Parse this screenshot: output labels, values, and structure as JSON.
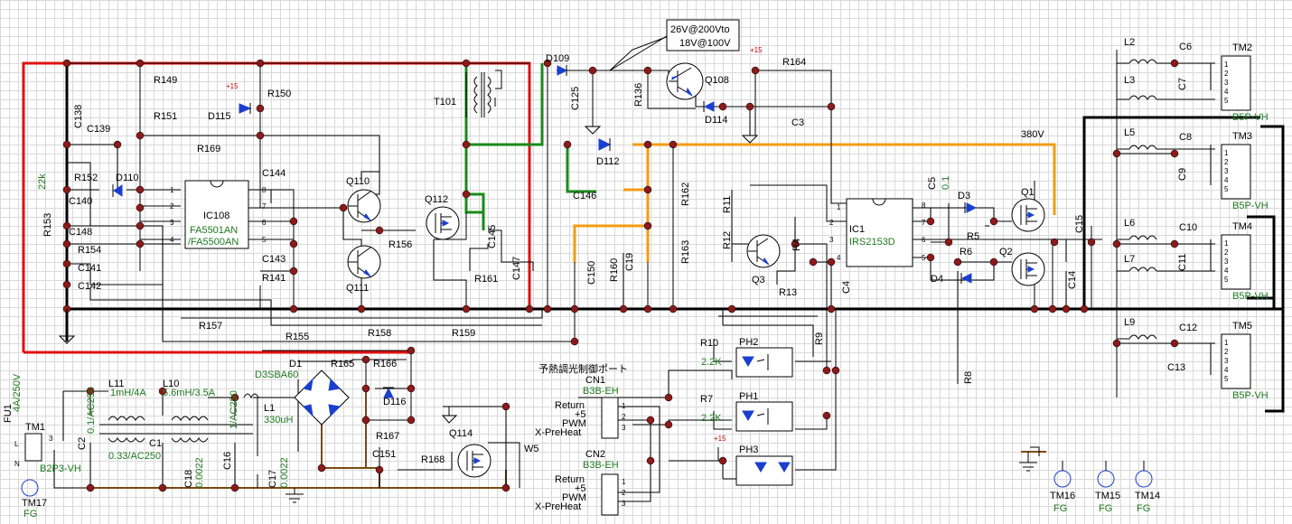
{
  "colors": {
    "ground_bus": "#000000",
    "red_frame": "#e01010",
    "orange_net": "#f39c12",
    "green_net": "#1a8a1a",
    "brown_net": "#7a4a10",
    "value_text": "#1e7a1e",
    "node_dot": "#8b1a1a",
    "diode_blue": "#1a3fd0"
  },
  "annotations": {
    "callout_line1": "26V@200Vto",
    "callout_line2": "18V@100V",
    "hv_label": "380V",
    "cn1_title": "予熱調光制御ポート",
    "plus15": "+15"
  },
  "ics": {
    "ic108": {
      "ref": "IC108",
      "part1": "FA5501AN",
      "part2": "/FA5500AN",
      "pins_left": [
        "1",
        "2",
        "3",
        "4"
      ],
      "pins_right": [
        "8",
        "7",
        "6",
        "5"
      ]
    },
    "ic1": {
      "ref": "IC1",
      "part": "IRS2153D",
      "pins_left": [
        "1",
        "2",
        "3",
        "4"
      ],
      "pins_right": [
        "8",
        "7",
        "6",
        "5"
      ]
    }
  },
  "resistors": [
    "R149",
    "R151",
    "R150",
    "R169",
    "R152",
    "R153",
    "R154",
    "R156",
    "R141",
    "R157",
    "R155",
    "R158",
    "R159",
    "R161",
    "R165",
    "R166",
    "R167",
    "R168",
    "R136",
    "R164",
    "R162",
    "R163",
    "R160",
    "R11",
    "R12",
    "R4",
    "R13",
    "R5",
    "R6",
    "R9",
    "R8",
    "R10",
    "R7"
  ],
  "resistor_values": {
    "R153": "22k",
    "R10": "2.2K",
    "R7": "2.2K"
  },
  "capacitors": [
    "C138",
    "C139",
    "C140",
    "C148",
    "C141",
    "C142",
    "C144",
    "C143",
    "C145",
    "C147",
    "C146",
    "C150",
    "C19",
    "C125",
    "C3",
    "C5",
    "C15",
    "C14",
    "C4",
    "C151",
    "C18",
    "C16",
    "C17",
    "C2",
    "C1",
    "C6",
    "C7",
    "C8",
    "C9",
    "C10",
    "C11",
    "C12",
    "C13"
  ],
  "capacitor_values": {
    "C5": "0.1",
    "C2": "0.1/AC250",
    "C1": "0.33/AC250",
    "C16": "1/AC250",
    "C18": "0.0022",
    "C17": "0.0022"
  },
  "diodes": [
    "D110",
    "D115",
    "D109",
    "D112",
    "D114",
    "D3",
    "D4",
    "D116"
  ],
  "transistors": [
    "Q110",
    "Q111",
    "Q112",
    "Q108",
    "Q3",
    "Q1",
    "Q2",
    "Q114"
  ],
  "inductors": {
    "L11": "1mH/4A",
    "L10": "5.6mH/3.5A",
    "L1": "330uH",
    "L2": "",
    "L3": "",
    "L5": "",
    "L6": "",
    "L7": "",
    "L9": ""
  },
  "transformer": "T101",
  "bridge": {
    "ref": "D1",
    "part": "D3SBA60"
  },
  "fuse": {
    "ref": "FU1",
    "value": "4A/250V"
  },
  "photocouplers": [
    "PH2",
    "PH1",
    "PH3"
  ],
  "connectors": {
    "tm1": {
      "ref": "TM1",
      "part": "B2P3-VH",
      "pins": [
        "L",
        "N"
      ],
      "pin_num": "3"
    },
    "cn1": {
      "ref": "CN1",
      "part": "B3B-EH",
      "signals": [
        "Return",
        "+5",
        "PWM",
        "X-PreHeat"
      ]
    },
    "cn2": {
      "ref": "CN2",
      "part": "B3B-EH",
      "signals": [
        "Return",
        "+5",
        "PWM",
        "X-PreHeat"
      ]
    },
    "outputs": [
      {
        "ref": "TM2",
        "part": "B5P-VH"
      },
      {
        "ref": "TM3",
        "part": "B5P-VH"
      },
      {
        "ref": "TM4",
        "part": "B5P-VH"
      },
      {
        "ref": "TM5",
        "part": "B5P-VH"
      }
    ],
    "pin_numbers": [
      "1",
      "2",
      "3",
      "4",
      "5"
    ],
    "fg_terminals": [
      {
        "ref": "TM17",
        "label": "FG"
      },
      {
        "ref": "TM16",
        "label": "FG"
      },
      {
        "ref": "TM15",
        "label": "FG"
      },
      {
        "ref": "TM14",
        "label": "FG"
      }
    ],
    "jumper": "W5"
  }
}
